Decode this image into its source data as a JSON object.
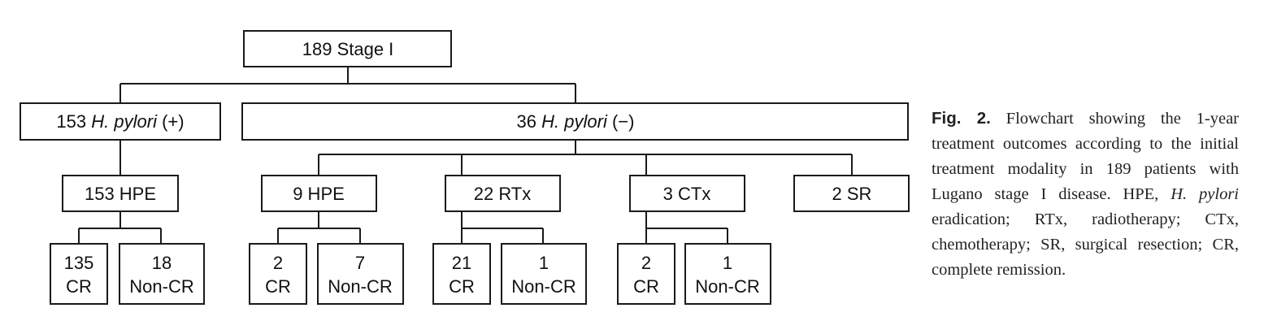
{
  "flowchart": {
    "root": {
      "count": "189",
      "label": "Stage I"
    },
    "positive": {
      "count": "153",
      "organism": "H. pylori",
      "sign": "(+)"
    },
    "negative": {
      "count": "36",
      "organism": "H. pylori",
      "sign": "(−)"
    },
    "pos_hpe": "153 HPE",
    "neg_hpe": "9 HPE",
    "rtx": "22 RTx",
    "ctx": "3 CTx",
    "sr": "2 SR",
    "outcomes": {
      "pos_cr": {
        "count": "135",
        "label": "CR"
      },
      "pos_noncr": {
        "count": "18",
        "label": "Non-CR"
      },
      "hpe_cr": {
        "count": "2",
        "label": "CR"
      },
      "hpe_noncr": {
        "count": "7",
        "label": "Non-CR"
      },
      "rtx_cr": {
        "count": "21",
        "label": "CR"
      },
      "rtx_noncr": {
        "count": "1",
        "label": "Non-CR"
      },
      "ctx_cr": {
        "count": "2",
        "label": "CR"
      },
      "ctx_noncr": {
        "count": "1",
        "label": "Non-CR"
      }
    }
  },
  "caption": {
    "label": "Fig. 2.",
    "text_1": " Flowchart showing the 1-year treatment outcomes according to the initial treatment modality in 189 patients with Lugano stage I disease. HPE, ",
    "italic": "H. pylori",
    "text_2": " eradication; RTx, radiotherapy; CTx, chemotherapy; SR, surgical resection; CR, complete remission."
  }
}
